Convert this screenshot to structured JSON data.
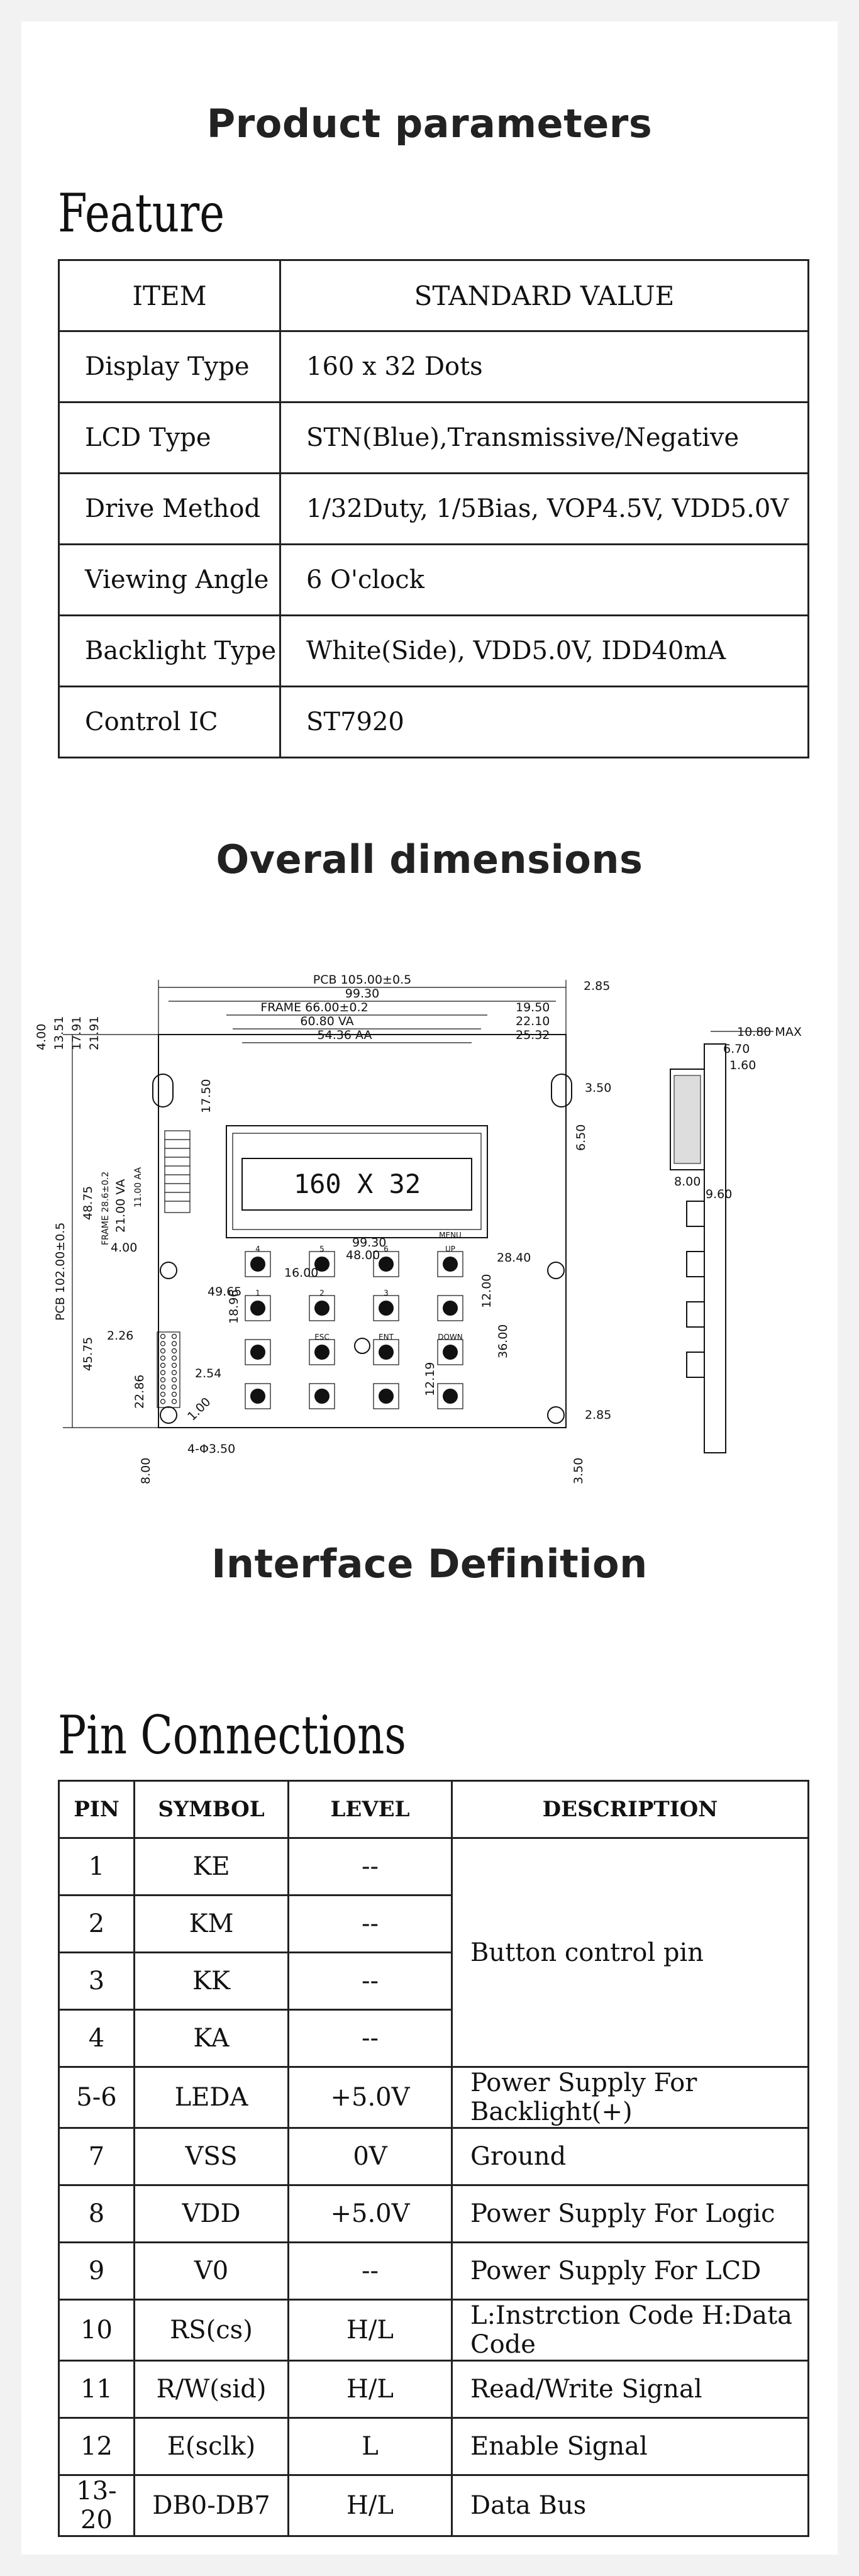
{
  "sections": {
    "product_parameters": "Product parameters",
    "feature": "Feature",
    "overall_dimensions": "Overall dimensions",
    "interface_definition": "Interface Definition",
    "pin_connections": "Pin Connections"
  },
  "feature_table": {
    "headers": [
      "ITEM",
      "STANDARD VALUE"
    ],
    "rows": [
      [
        "Display Type",
        "160 x 32 Dots"
      ],
      [
        "LCD Type",
        "STN(Blue),Transmissive/Negative"
      ],
      [
        "Drive Method",
        "1/32Duty, 1/5Bias, VOP4.5V, VDD5.0V"
      ],
      [
        "Viewing Angle",
        "6 O'clock"
      ],
      [
        "Backlight Type",
        "White(Side), VDD5.0V, IDD40mA"
      ],
      [
        "Control IC",
        "ST7920"
      ]
    ]
  },
  "drawing": {
    "display_text": "160 X 32",
    "dims": {
      "pcb_w": "PCB 105.00±0.5",
      "w99": "99.30",
      "frame_w": "FRAME 66.00±0.2",
      "va_w": "60.80 VA",
      "aa_w": "54.36 AA",
      "r285": "2.85",
      "r1950": "19.50",
      "r2210": "22.10",
      "r2532": "25.32",
      "l400": "4.00",
      "l1351": "13.51",
      "l1791": "17.91",
      "l2191": "21.91",
      "v1750": "17.50",
      "h4875": "48.75",
      "frame_h": "FRAME 28.6±0.2",
      "va_h": "21.00 VA",
      "aa_h": "11.00 AA",
      "pcb_h": "PCB 102.00±0.5",
      "h4575": "45.75",
      "l226": "2.26",
      "h2286": "22.86",
      "p254": "2.54",
      "p100": "1.00",
      "hole": "4-Φ3.50",
      "b800": "8.00",
      "b350": "3.50",
      "r350": "3.50",
      "r650": "6.50",
      "k400": "4.00",
      "k9930": "99.30",
      "k4800": "48.00",
      "k2840": "28.40",
      "k1600": "16.00",
      "k4965": "49.65",
      "k1896": "18.96",
      "k1200": "12.00",
      "k3600": "36.00",
      "k1219": "12.19",
      "br285": "2.85",
      "s1080": "10.80 MAX",
      "s670": "6.70",
      "s160": "1.60",
      "s800": "8.00",
      "s960": "9.60",
      "keys": [
        "4",
        "5",
        "6",
        "UP",
        "1",
        "2",
        "3",
        "",
        "",
        "ESC",
        "ENT",
        "DOWN",
        "MENU"
      ]
    }
  },
  "pin_table": {
    "headers": [
      "PIN",
      "SYMBOL",
      "LEVEL",
      "DESCRIPTION"
    ],
    "button_desc": "Button control pin",
    "button_rows": [
      [
        "1",
        "KE",
        "--"
      ],
      [
        "2",
        "KM",
        "--"
      ],
      [
        "3",
        "KK",
        "--"
      ],
      [
        "4",
        "KA",
        "--"
      ]
    ],
    "rows": [
      [
        "5-6",
        "LEDA",
        "+5.0V",
        "Power Supply For Backlight(+)"
      ],
      [
        "7",
        "VSS",
        "0V",
        "Ground"
      ],
      [
        "8",
        "VDD",
        "+5.0V",
        "Power Supply For Logic"
      ],
      [
        "9",
        "V0",
        "--",
        "Power Supply For LCD"
      ],
      [
        "10",
        "RS(cs)",
        "H/L",
        "L:Instrction Code  H:Data Code"
      ],
      [
        "11",
        "R/W(sid)",
        "H/L",
        "Read/Write Signal"
      ],
      [
        "12",
        "E(sclk)",
        "L",
        "Enable Signal"
      ],
      [
        "13-20",
        "DB0-DB7",
        "H/L",
        "Data Bus"
      ]
    ]
  }
}
